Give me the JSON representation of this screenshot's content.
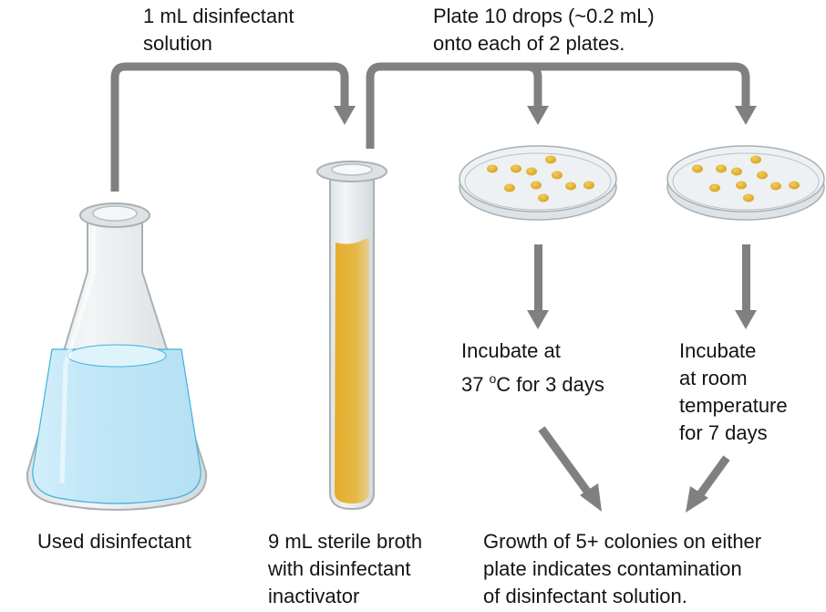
{
  "diagram": {
    "type": "process-flow",
    "colors": {
      "arrow": "#808080",
      "flask_liquid": "#bde6f7",
      "flask_liquid_edge": "#3fb1e0",
      "glass": "#e3e7e9",
      "glass_edge": "#a9b0b4",
      "broth": "#e6b640",
      "colony": "#e2ac2a",
      "plate": "#e8ecee"
    },
    "labels": {
      "transfer_1": "1 mL disinfectant\nsolution",
      "plate_step": "Plate 10 drops (~0.2 mL)\nonto each of 2 plates.",
      "incubate_37_prefix": "Incubate at\n37",
      "incubate_37_degree": "o",
      "incubate_37_suffix": "C for 3 days",
      "incubate_room": "Incubate\nat room\ntemperature\nfor 7 days",
      "flask_caption": "Used disinfectant",
      "tube_caption": "9 mL sterile broth\nwith disinfectant\ninactivator",
      "result_caption": "Growth of 5+ colonies on either\nplate indicates contamination\nof disinfectant solution."
    },
    "nodes": [
      {
        "id": "flask",
        "name": "Used disinfectant flask"
      },
      {
        "id": "tube",
        "name": "Sterile broth test tube"
      },
      {
        "id": "plate_1",
        "name": "Petri plate incubated at 37 °C",
        "colonies": 10
      },
      {
        "id": "plate_2",
        "name": "Petri plate incubated at room temperature",
        "colonies": 10
      }
    ],
    "edges": [
      {
        "from": "flask",
        "to": "tube",
        "label": "1 mL disinfectant solution"
      },
      {
        "from": "tube",
        "to": "plate_1",
        "label": "Plate 10 drops (~0.2 mL) onto each of 2 plates."
      },
      {
        "from": "tube",
        "to": "plate_2",
        "label": "Plate 10 drops (~0.2 mL) onto each of 2 plates."
      },
      {
        "from": "plate_1",
        "to": "incubate_37",
        "label": "Incubate at 37 °C for 3 days"
      },
      {
        "from": "plate_2",
        "to": "incubate_room",
        "label": "Incubate at room temperature for 7 days"
      },
      {
        "from": "incubate_37",
        "to": "result"
      },
      {
        "from": "incubate_room",
        "to": "result"
      }
    ]
  }
}
